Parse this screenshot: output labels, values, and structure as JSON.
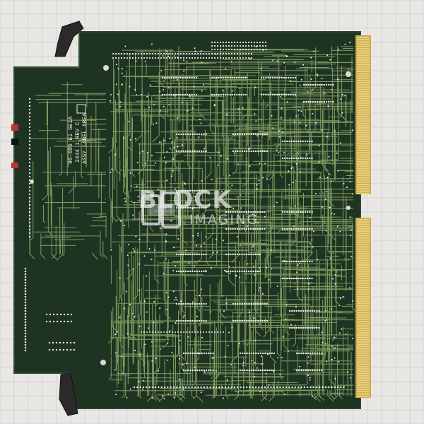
{
  "photo": {
    "subject": "printed circuit board, solder side",
    "colors": {
      "background": "#e9e7e4",
      "board": "#1f3323",
      "board_edge": "#2c4a31",
      "trace": "#8fae6a",
      "pad": "#e8efe6",
      "gold_contacts": "#e2c56a",
      "ejector": "#2a2a2a"
    }
  },
  "watermark": {
    "brand_line1": "BLOCK",
    "brand_line2": "IMAGING"
  },
  "silkscreen": {
    "part_number": "96-000 E1 GE1A",
    "line2": "2444 1 REV C",
    "line3": "ASSY LABEL AREA"
  }
}
